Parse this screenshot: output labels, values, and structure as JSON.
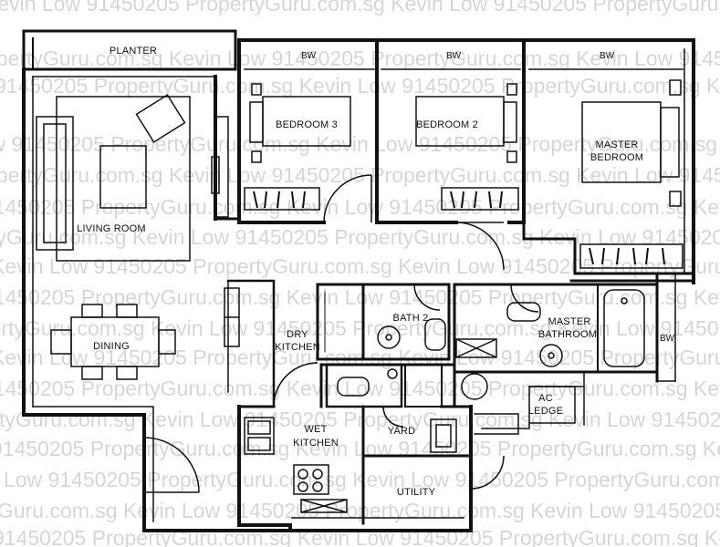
{
  "rooms": {
    "planter": "PLANTER",
    "bay_window": "BW",
    "bedroom3": "BEDROOM 3",
    "bedroom2": "BEDROOM 2",
    "master_bedroom_line1": "MASTER",
    "master_bedroom_line2": "BEDROOM",
    "living_room": "LIVING ROOM",
    "dining": "DINING",
    "dry_kitchen_line1": "DRY",
    "dry_kitchen_line2": "KITCHEN",
    "bath2": "BATH 2",
    "master_bathroom_line1": "MASTER",
    "master_bathroom_line2": "BATHROOM",
    "wet_kitchen_line1": "WET",
    "wet_kitchen_line2": "KITCHEN",
    "yard": "YARD",
    "ac_ledge_line1": "AC",
    "ac_ledge_line2": "LEDGE",
    "utility": "UTILITY"
  },
  "watermark": {
    "line1": "Kevin Low 91450205 PropertyGuru.com.sg Kevin Low 91450205 PropertyGuru.com.sg Kevin Low 91450205",
    "line2": "PropertyGuru.com.sg Kevin Low 91450205 PropertyGuru.com.sg Kevin Low 91450205 PropertyGuru.com.sg",
    "line3": "91450205 PropertyGuru.com.sg Kevin Low 91450205 PropertyGuru.com.sg Kevin Low 91450205 Property"
  },
  "colors": {
    "wall": "#111111",
    "background": "#ffffff"
  }
}
